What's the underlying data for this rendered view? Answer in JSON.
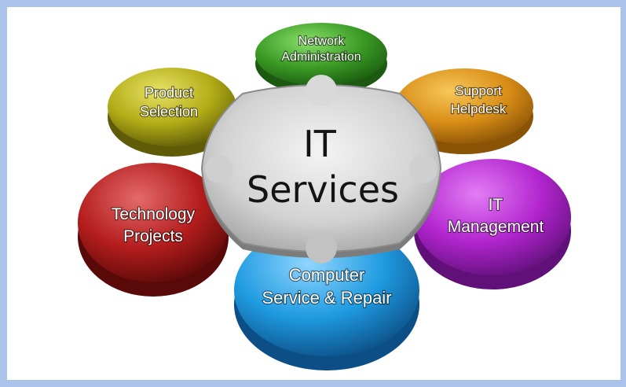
{
  "diagram": {
    "center": {
      "line1": "IT",
      "line2": "Services",
      "color": "#c9c9c9"
    },
    "petals": [
      {
        "key": "network",
        "line1": "Network",
        "line2": "Administration",
        "color": "#3a9b25"
      },
      {
        "key": "support",
        "line1": "Support",
        "line2": "Helpdesk",
        "color": "#d98e17"
      },
      {
        "key": "it_mgmt",
        "line1": "IT",
        "line2": "Management",
        "color": "#b225cf"
      },
      {
        "key": "computer",
        "line1": "Computer",
        "line2": "Service & Repair",
        "color": "#1f9ae0"
      },
      {
        "key": "tech",
        "line1": "Technology",
        "line2": "Projects",
        "color": "#b51d1d"
      },
      {
        "key": "product",
        "line1": "Product",
        "line2": "Selection",
        "color": "#b3ad17"
      }
    ]
  }
}
